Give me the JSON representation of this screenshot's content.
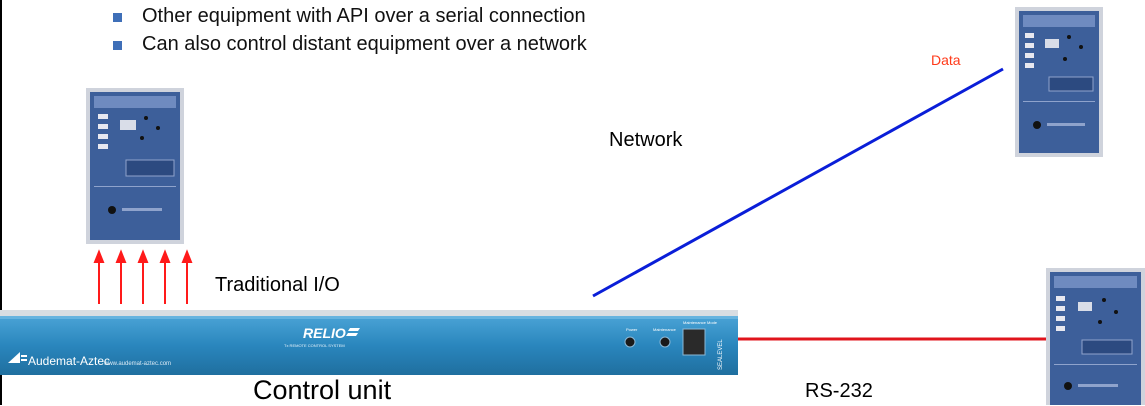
{
  "bullets": [
    {
      "text": "Other equipment with API over a serial connection"
    },
    {
      "text": "Can also control distant equipment over a network"
    }
  ],
  "labels": {
    "data": "Data",
    "network": "Network",
    "traditional_io": "Traditional I/O",
    "control_unit": "Control unit",
    "rs232": "RS-232"
  },
  "device": {
    "brand": "Audemat-Aztec",
    "website": "www.audemat-aztec.com",
    "product": "RELIO",
    "subtitle": "Tx REMOTE CONTROL SYSTEM",
    "power_label": "Power",
    "maintenance_label": "Maintenance",
    "mode_label": "Maintenance Mode",
    "side_label": "SEALEVEL"
  },
  "colors": {
    "network_line": "#0a1ed8",
    "serial_line": "#e0141c",
    "io_arrows": "#ff1a1a",
    "data_text": "#ff3a1a",
    "panel": "#2e86b8",
    "rack": "#3d5f9a"
  }
}
